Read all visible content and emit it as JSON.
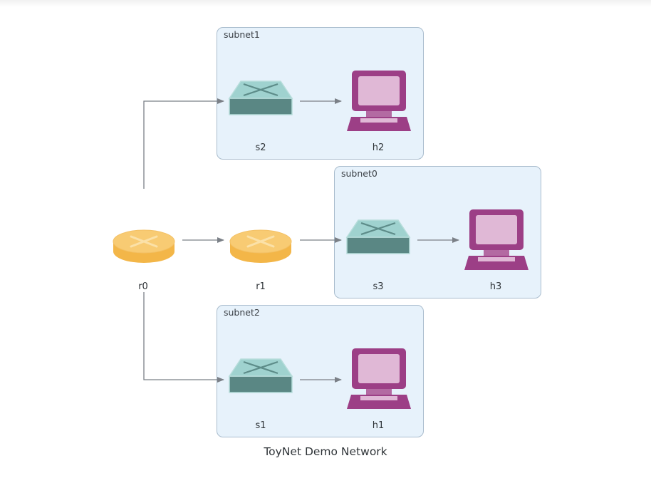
{
  "diagram": {
    "caption": "ToyNet Demo Network",
    "subnets": [
      {
        "id": "subnet1",
        "label": "subnet1"
      },
      {
        "id": "subnet0",
        "label": "subnet0"
      },
      {
        "id": "subnet2",
        "label": "subnet2"
      }
    ],
    "nodes": {
      "r0": {
        "label": "r0",
        "type": "router"
      },
      "r1": {
        "label": "r1",
        "type": "router"
      },
      "s1": {
        "label": "s1",
        "type": "switch"
      },
      "s2": {
        "label": "s2",
        "type": "switch"
      },
      "s3": {
        "label": "s3",
        "type": "switch"
      },
      "h1": {
        "label": "h1",
        "type": "host"
      },
      "h2": {
        "label": "h2",
        "type": "host"
      },
      "h3": {
        "label": "h3",
        "type": "host"
      }
    },
    "edges": [
      {
        "from": "r0",
        "to": "s2"
      },
      {
        "from": "r0",
        "to": "r1"
      },
      {
        "from": "r0",
        "to": "s1"
      },
      {
        "from": "r1",
        "to": "s3"
      },
      {
        "from": "s2",
        "to": "h2"
      },
      {
        "from": "s3",
        "to": "h3"
      },
      {
        "from": "s1",
        "to": "h1"
      }
    ],
    "colors": {
      "router": "#f6c15b",
      "switch": "#5a8a86",
      "host": "#9c3f86",
      "subnet_fill": "#e7f2fb",
      "edge": "#7b8087"
    }
  }
}
